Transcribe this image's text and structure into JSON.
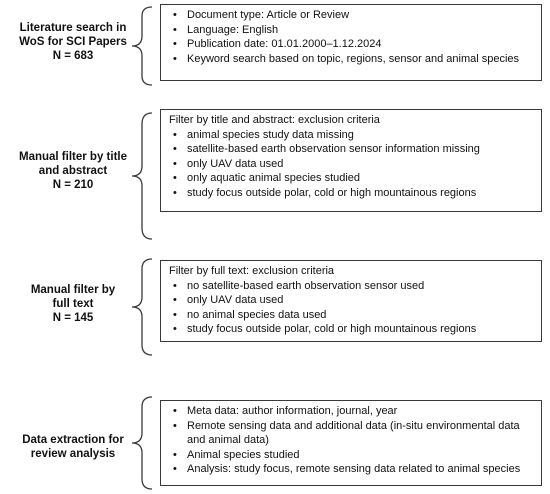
{
  "steps": [
    {
      "label": [
        "Literature search in",
        "WoS for SCI Papers",
        "N = 683"
      ],
      "header": "",
      "items": [
        "Document type: Article or Review",
        "Language: English",
        "Publication date: 01.01.2000–1.12.2024",
        "Keyword search based on topic, regions, sensor and animal species"
      ]
    },
    {
      "label": [
        "Manual filter by title",
        "and abstract",
        "N = 210"
      ],
      "header": "Filter by title and abstract: exclusion criteria",
      "items": [
        "animal species study data missing",
        "satellite-based earth observation sensor information missing",
        "only UAV data used",
        "only aquatic animal species studied",
        "study focus outside polar, cold or high mountainous regions"
      ]
    },
    {
      "label": [
        "Manual filter by",
        "full text",
        "N = 145"
      ],
      "header": "Filter by full text: exclusion criteria",
      "items": [
        "no satellite-based earth observation sensor used",
        "only UAV data used",
        "no animal species data used",
        "study focus outside polar, cold or high mountainous regions"
      ]
    },
    {
      "label": [
        "Data extraction for",
        "review analysis"
      ],
      "header": "",
      "items": [
        "Meta data: author information, journal, year",
        "Remote sensing data and additional data (in-situ environmental data and animal data)",
        "Animal species studied",
        "Analysis: study focus, remote sensing data related to animal species"
      ]
    }
  ]
}
